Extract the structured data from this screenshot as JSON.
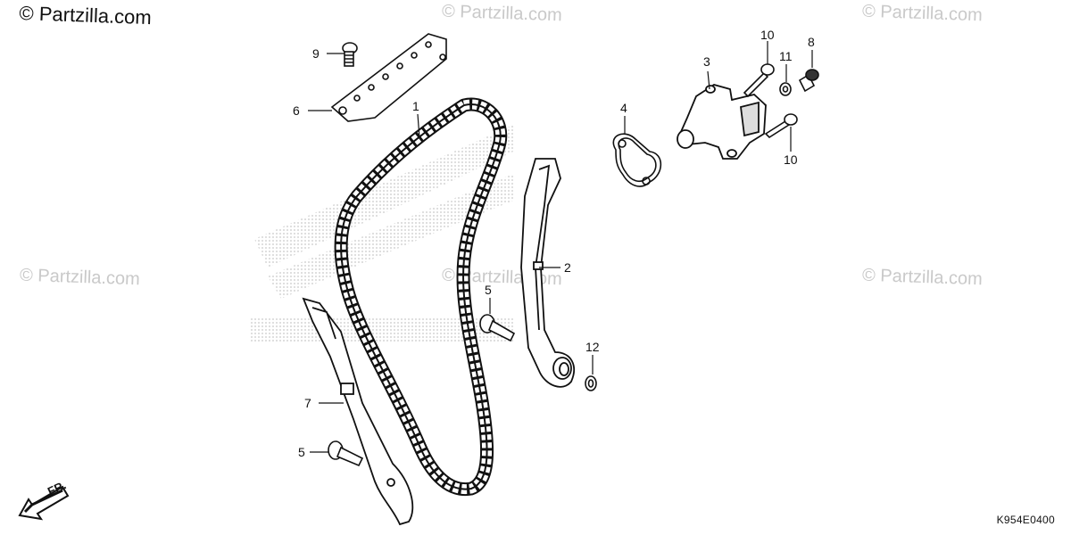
{
  "watermark_main": "© Partzilla.com",
  "watermark_faint": "© Partzilla.com",
  "diagram_code": "K954E0400",
  "direction_label": "FR.",
  "callouts": [
    "1",
    "2",
    "3",
    "4",
    "5",
    "5",
    "6",
    "7",
    "8",
    "9",
    "10",
    "10",
    "11",
    "12"
  ]
}
